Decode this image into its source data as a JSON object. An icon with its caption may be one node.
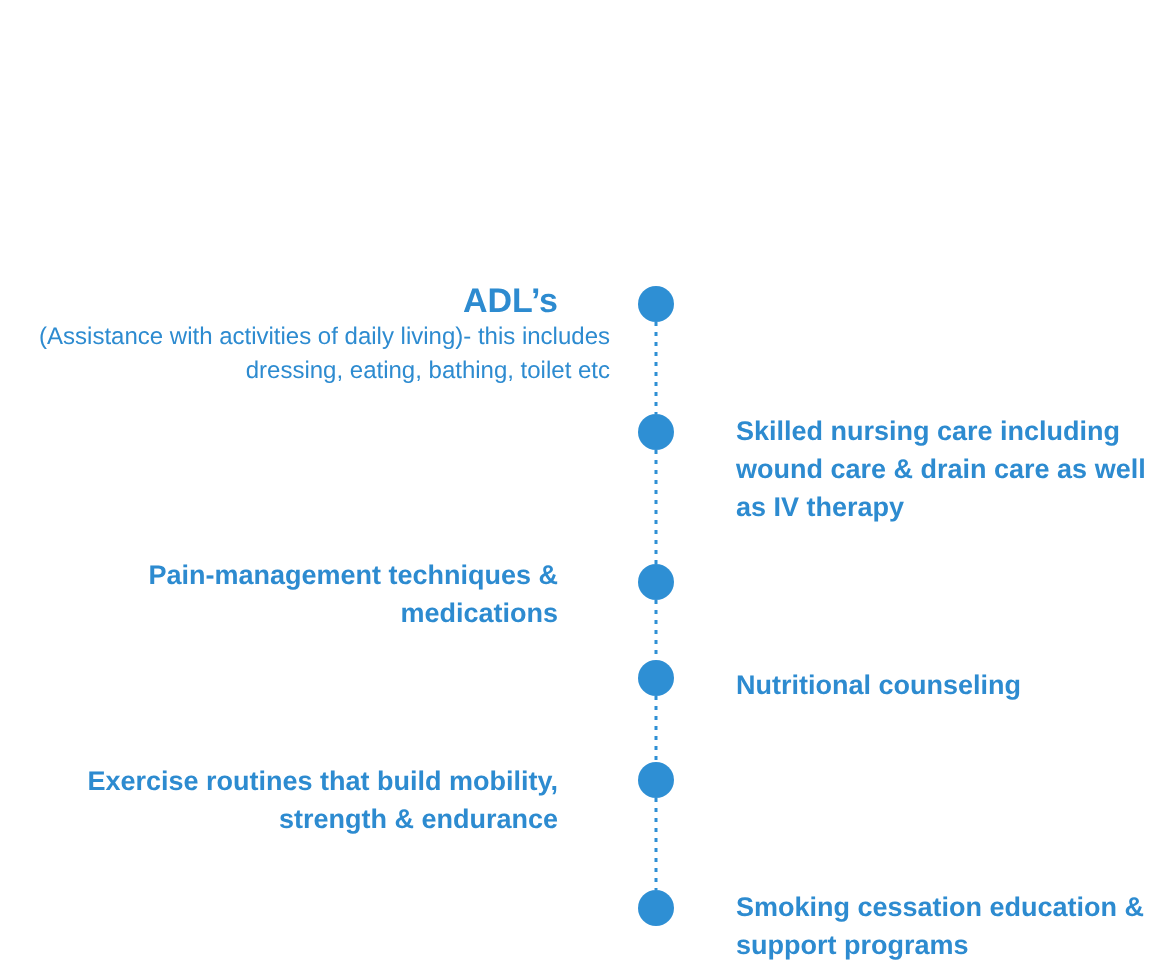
{
  "diagram": {
    "nodes": [
      {
        "text": [],
        "shape": "circle",
        "beside": [
          "ADL’s",
          "(Assistance with activities of daily living)- this includes dressing, eating, bathing, toilet etc"
        ]
      },
      {
        "text": [],
        "shape": "circle",
        "beside": [
          "Skilled nursing care including wound care & drain care as well as IV therapy"
        ]
      },
      {
        "text": [],
        "shape": "circle",
        "beside": [
          "Pain-management techniques & medications"
        ]
      },
      {
        "text": [],
        "shape": "circle",
        "beside": [
          "Nutritional counseling"
        ]
      },
      {
        "text": [],
        "shape": "circle",
        "beside": [
          "Exercise routines that build mobility, strength & endurance"
        ]
      },
      {
        "text": [],
        "shape": "circle",
        "beside": [
          "Smoking cessation education & support programs"
        ]
      }
    ],
    "edges": [
      {
        "from": 0,
        "to": 1,
        "arrow": "none",
        "style": "dashed"
      },
      {
        "from": 1,
        "to": 2,
        "arrow": "none",
        "style": "dashed"
      },
      {
        "from": 2,
        "to": 3,
        "arrow": "none",
        "style": "dashed"
      },
      {
        "from": 3,
        "to": 4,
        "arrow": "none",
        "style": "dashed"
      },
      {
        "from": 4,
        "to": 5,
        "arrow": "none",
        "style": "dashed"
      }
    ]
  }
}
